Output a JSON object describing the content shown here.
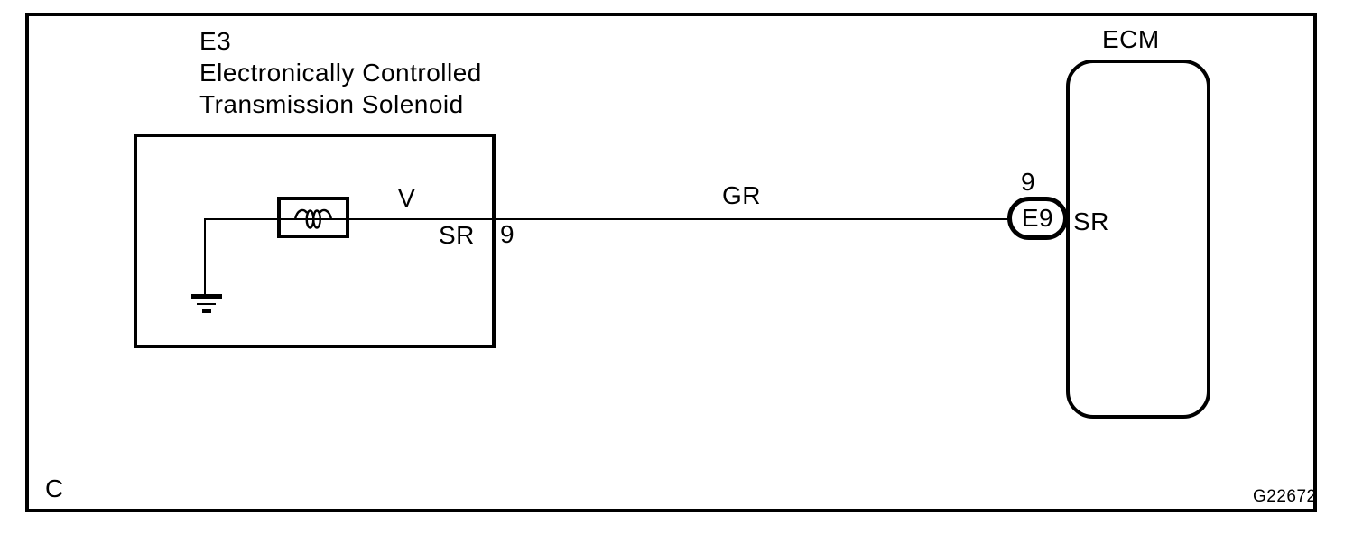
{
  "solenoid": {
    "code": "E3",
    "name_lines": [
      "Electronically Controlled",
      "Transmission Solenoid"
    ],
    "terminal_v": "V",
    "terminal_sr": "SR",
    "pin": "9"
  },
  "wire": {
    "color_code": "GR"
  },
  "ecm": {
    "title": "ECM",
    "pin": "9",
    "connector": "E9",
    "terminal": "SR"
  },
  "footer": {
    "section_label": "C",
    "figure_id": "G22672"
  },
  "colors": {
    "ink": "#000000",
    "paper": "#ffffff"
  }
}
